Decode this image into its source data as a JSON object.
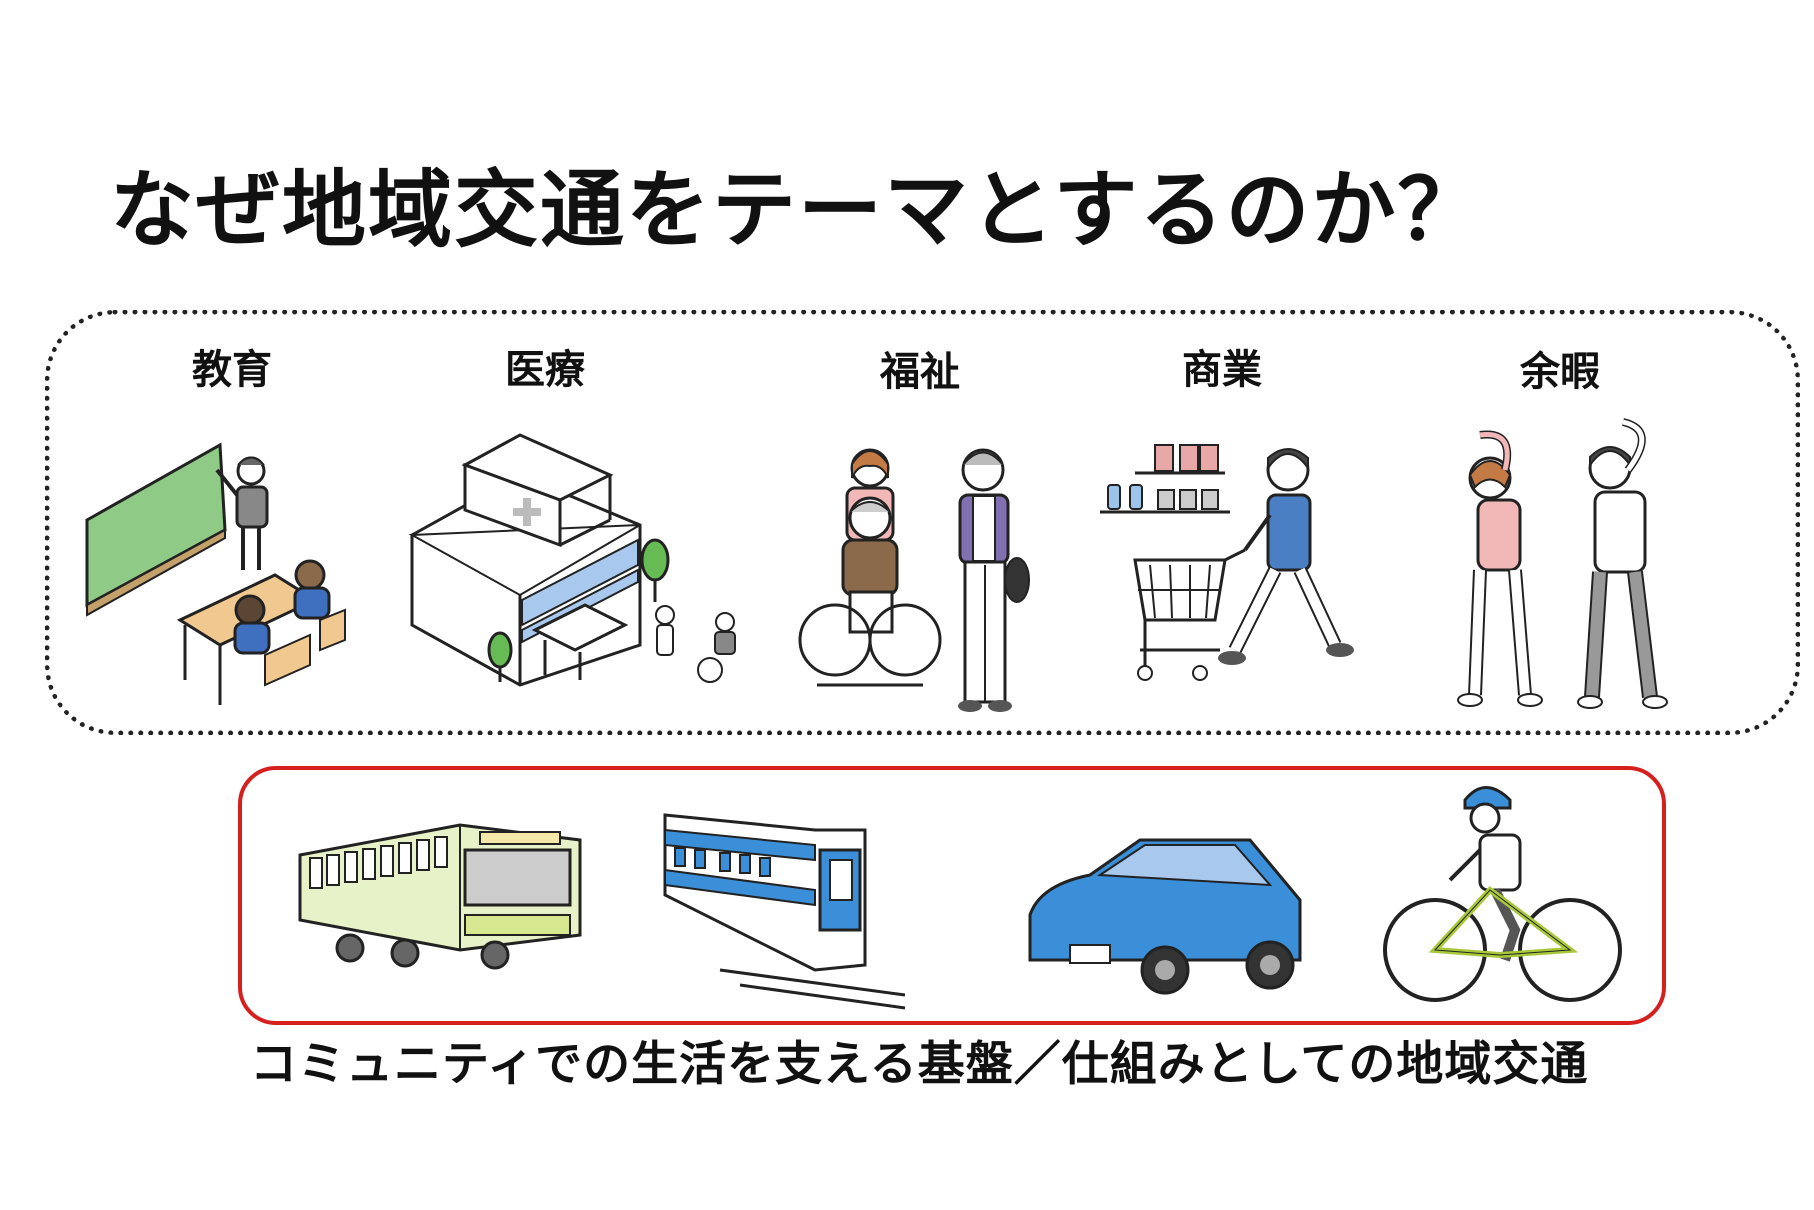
{
  "title": "なぜ地域交通をテーマとするのか？",
  "categories": [
    "教育",
    "医療",
    "福祉",
    "商業",
    "余暇"
  ],
  "transport_icons": [
    "bus-icon",
    "train-icon",
    "car-icon",
    "bicycle-icon"
  ],
  "caption": "コミュニティでの生活を支える基盤／仕組みとしての地域交通",
  "colors": {
    "dotted_border": "#222222",
    "red_border": "#d62020",
    "chalkboard": "#8fcb86",
    "hospital_window": "#a8c8ee",
    "tree": "#66bb55",
    "bus": "#e8f2c8",
    "train": "#3a8fd8",
    "car": "#3a8fd8",
    "bike": "#a8c83a"
  }
}
